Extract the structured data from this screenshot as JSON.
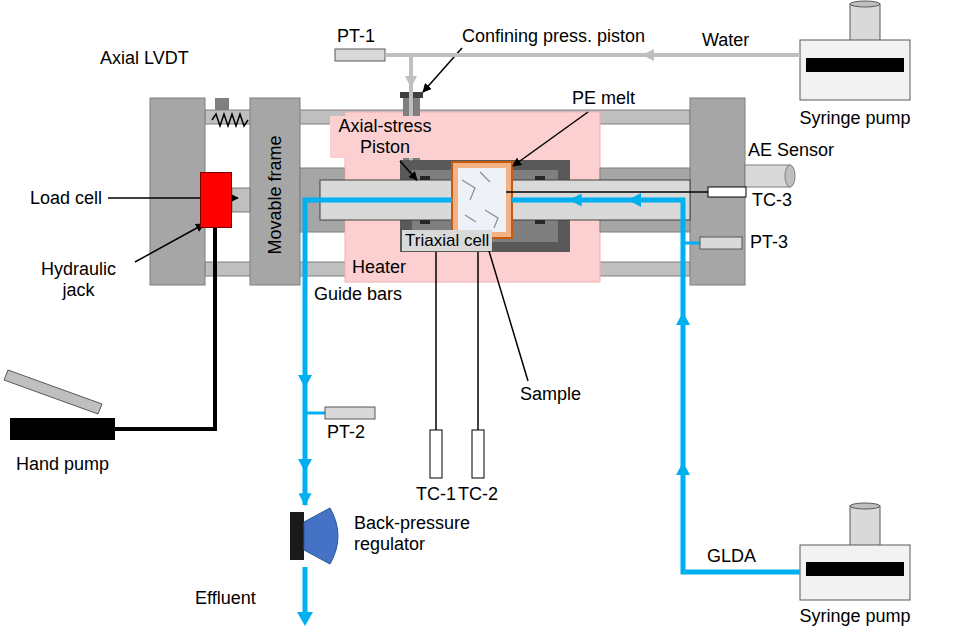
{
  "diagram": {
    "nodes": [
      {
        "text": [
          "Syringe pump"
        ]
      },
      {
        "text": [
          "Syringe pump"
        ]
      },
      {
        "text": [
          "Triaxial cell"
        ]
      },
      {
        "text": [
          "Hydraulic jack"
        ]
      },
      {
        "text": [
          "Hand pump"
        ]
      },
      {
        "text": [
          "Back-pressure regulator"
        ]
      }
    ],
    "edges": [
      {
        "from": 0,
        "to": 2,
        "arrow": "to",
        "label": "Water"
      },
      {
        "from": 1,
        "to": 2,
        "arrow": "to",
        "label": "GLDA"
      },
      {
        "from": 2,
        "to": 5,
        "arrow": "to"
      },
      {
        "from": 4,
        "to": 3,
        "arrow": "none"
      }
    ],
    "labels": [
      "PT-1",
      "Confining press. piston",
      "Axial LVDT",
      "Axial-stress Piston",
      "PE melt",
      "AE Sensor",
      "Load cell",
      "Movable frame",
      "TC-3",
      "PT-3",
      "Heater",
      "Guide bars",
      "PT-2",
      "TC-1",
      "TC-2",
      "Sample",
      "Effluent"
    ]
  }
}
